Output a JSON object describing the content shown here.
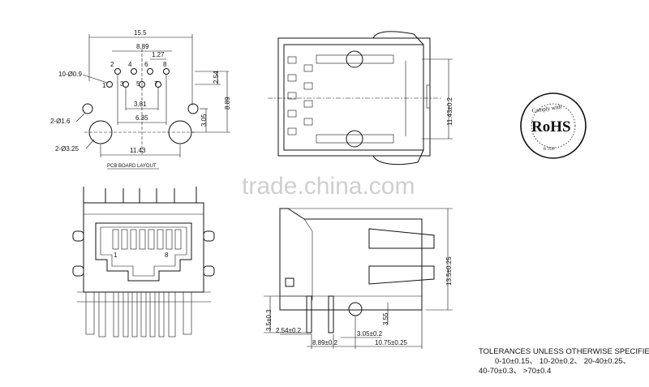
{
  "pcb": {
    "dims": {
      "width": "15.5",
      "pitch_889": "8.89",
      "pitch_127": "1.27",
      "v_254": "2.54",
      "v_889": "8.89",
      "h_381": "3.81",
      "h_635": "6.35",
      "v_305": "3.05",
      "h_1143": "11.43"
    },
    "holes": {
      "small": "10-Ø0.9",
      "mid": "2-Ø1.6",
      "large": "2-Ø3.25"
    },
    "pins": [
      "2",
      "4",
      "6",
      "8",
      "1",
      "3",
      "5",
      "7"
    ],
    "layout_label": "PCB BOARD LAYOUT"
  },
  "top_view": {
    "dim_height": "11.43±0.2"
  },
  "front_view": {
    "pin_1": "1",
    "pin_8": "8"
  },
  "side_view": {
    "dims": {
      "h_1355": "13.5±0.25",
      "v_35": "3.5±0.3",
      "h_254": "2.54±0.2",
      "h_889": "8.89±0.2",
      "h_305": "3.05±0.2",
      "h_1075": "10.75±0.25",
      "v_355": "3.55"
    }
  },
  "rohs": {
    "title": "RoHS",
    "ring_top": "Comply with",
    "ring_bottom": "R TOP"
  },
  "watermark": "trade.china.com",
  "tolerances": {
    "title": "TOLERANCES UNLESS OTHERWISE SPECIFIED :",
    "line1": "0-10±0.15、 10-20±0.2、 20-40±0.25、",
    "line2": "40-70±0.3、 >70±0.4"
  }
}
